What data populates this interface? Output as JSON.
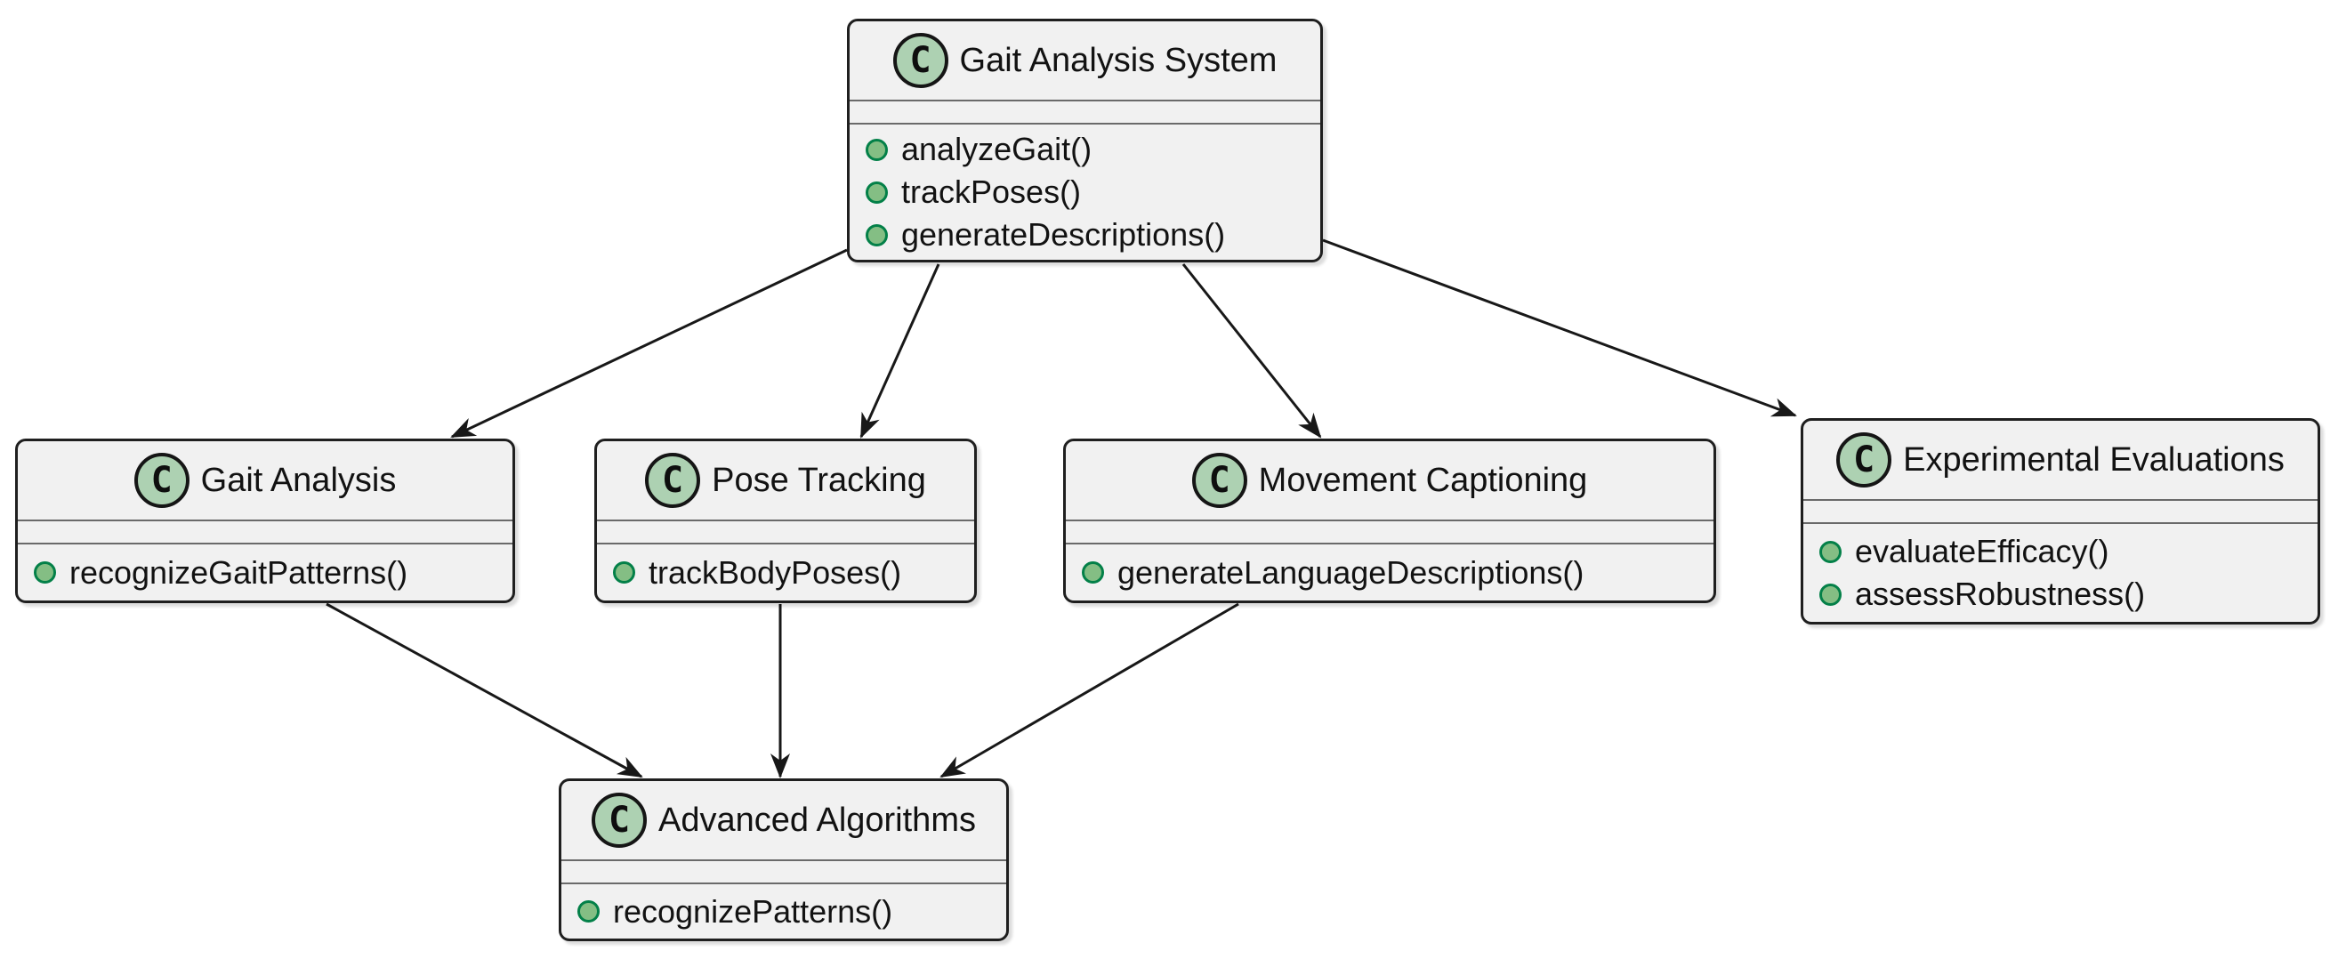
{
  "diagram": {
    "type": "uml-class-diagram",
    "icon_letter": "C",
    "colors": {
      "background": "#FFFFFF",
      "box_fill": "#F1F1F1",
      "box_border": "#1F1F1F",
      "separator": "#6A6A6A",
      "class_circle_fill": "#ADD1B2",
      "method_dot_fill": "#84BE84",
      "method_dot_border": "#038048",
      "edge": "#181818"
    },
    "classes": [
      {
        "name": "Gait Analysis System",
        "methods": [
          "analyzeGait()",
          "trackPoses()",
          "generateDescriptions()"
        ]
      },
      {
        "name": "Gait Analysis",
        "methods": [
          "recognizeGaitPatterns()"
        ]
      },
      {
        "name": "Pose Tracking",
        "methods": [
          "trackBodyPoses()"
        ]
      },
      {
        "name": "Movement Captioning",
        "methods": [
          "generateLanguageDescriptions()"
        ]
      },
      {
        "name": "Experimental Evaluations",
        "methods": [
          "evaluateEfficacy()",
          "assessRobustness()"
        ]
      },
      {
        "name": "Advanced Algorithms",
        "methods": [
          "recognizePatterns()"
        ]
      }
    ],
    "relations": [
      {
        "from": "Gait Analysis System",
        "to": "Gait Analysis"
      },
      {
        "from": "Gait Analysis System",
        "to": "Pose Tracking"
      },
      {
        "from": "Gait Analysis System",
        "to": "Movement Captioning"
      },
      {
        "from": "Gait Analysis System",
        "to": "Experimental Evaluations"
      },
      {
        "from": "Gait Analysis",
        "to": "Advanced Algorithms"
      },
      {
        "from": "Pose Tracking",
        "to": "Advanced Algorithms"
      },
      {
        "from": "Movement Captioning",
        "to": "Advanced Algorithms"
      }
    ]
  }
}
